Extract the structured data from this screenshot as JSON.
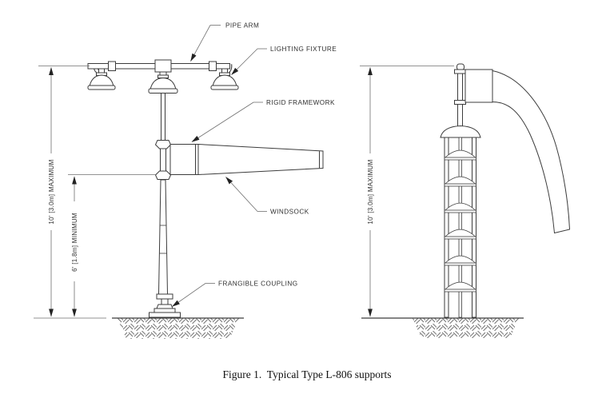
{
  "figure": {
    "caption": "Figure 1.  Typical Type L-806 supports"
  },
  "labels": {
    "pipe_arm": "PIPE ARM",
    "lighting_fixture": "LIGHTING FIXTURE",
    "rigid_framework": "RIGID FRAMEWORK",
    "windsock": "WINDSOCK",
    "frangible_coupling": "FRANGIBLE COUPLING"
  },
  "dimensions": {
    "left_max": "10' [3.0m] MAXIMUM",
    "left_min": "6' [1.8m] MINIMUM",
    "right_max": "10' [3.0m] MAXIMUM"
  },
  "colors": {
    "line": "#3c3c3c",
    "thin_line": "#6f6f6f",
    "text": "#2f2f2f",
    "background": "#ffffff"
  }
}
